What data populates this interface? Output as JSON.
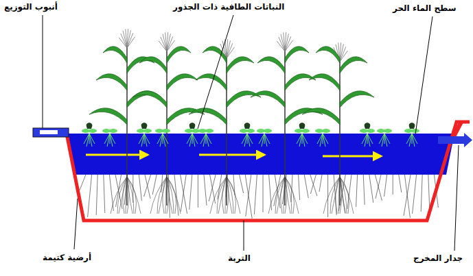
{
  "diagram": {
    "labels": [
      "أنبوب التوزيع",
      "النباتات الطافية ذات الجذور",
      "سطح الماء الحر",
      "أرضية كتيمة",
      "التربة",
      "جدار المخرج"
    ]
  }
}
